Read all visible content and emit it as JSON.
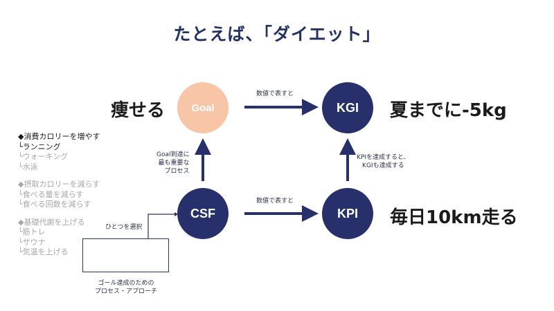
{
  "title": "たとえば、「ダイエット」",
  "nodes": {
    "goal": "Goal",
    "kgi": "KGI",
    "csf": "CSF",
    "kpi": "KPI"
  },
  "labels": {
    "goal_text": "痩せる",
    "kgi_text": "夏までに-5kg",
    "kpi_text": "毎日10km走る",
    "arrow_goal_kgi": "数値で表すと",
    "arrow_csf_kpi": "数値で表すと",
    "csf_to_goal": [
      "Goal到達に",
      "最も重要な",
      "プロセス"
    ],
    "kpi_to_kgi": [
      "KPIを達成すると、",
      "KGIも達成する"
    ],
    "select_one": "ひとつを選択",
    "process_caption": [
      "ゴール達成のための",
      "プロセス・アプローチ"
    ]
  },
  "left_list": {
    "group1": [
      "◆消費カロリーを増やす",
      "└ランニング",
      "└ウォーキング",
      "└水泳"
    ],
    "group2": [
      "◆摂取カロリーを減らす",
      "└食べる量を減らす",
      "└食べる回数を減らす"
    ],
    "group3": [
      "◆基礎代謝を上げる",
      "└筋トレ",
      "└サウナ",
      "└気温を上げる"
    ]
  },
  "colors": {
    "navy": "#27306a",
    "peach": "#f8c5a7",
    "chevrons": [
      "#27306a",
      "#4657a9",
      "#ef6e63",
      "#f8c5a7"
    ]
  }
}
